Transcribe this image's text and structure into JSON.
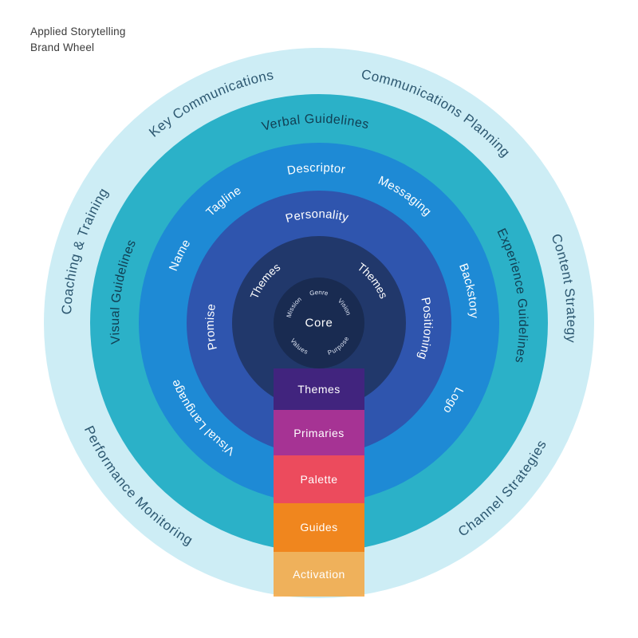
{
  "title": {
    "line1": "Applied Storytelling",
    "line2": "Brand Wheel"
  },
  "wheel": {
    "rings": [
      {
        "name": "outer-strategy-ring",
        "color": "#cdedf5",
        "text_color": "#2c5770",
        "labels": {
          "key_communications": "Key Communications",
          "communications_planning": "Communications Planning",
          "content_strategy": "Content Strategy",
          "channel_strategies": "Channel Strategies",
          "performance_monitoring": "Performance Monitoring",
          "coaching_training": "Coaching & Training"
        }
      },
      {
        "name": "guidelines-ring",
        "color": "#2bb1c8",
        "text_color": "#113e52",
        "labels": {
          "verbal_guidelines": "Verbal Guidelines",
          "experience_guidelines": "Experience Guidelines",
          "visual_guidelines": "Visual Guidelines"
        }
      },
      {
        "name": "expression-ring",
        "color": "#1e8ad5",
        "text_color": "#ffffff",
        "labels": {
          "tagline": "Tagline",
          "descriptor": "Descriptor",
          "messaging": "Messaging",
          "backstory": "Backstory",
          "logo": "Logo",
          "visual_language": "Visual Language",
          "name": "Name"
        }
      },
      {
        "name": "platform-ring",
        "color": "#2f55ae",
        "text_color": "#ffffff",
        "labels": {
          "personality": "Personality",
          "promise": "Promise",
          "positioning": "Positioning"
        }
      },
      {
        "name": "themes-ring",
        "color": "#21386b",
        "text_color": "#ffffff",
        "labels": {
          "themes_left": "Themes",
          "themes_right": "Themes"
        }
      }
    ],
    "core": {
      "label": "Core",
      "color": "#192b51",
      "text_color": "#ffffff",
      "words_color": "#dfe6f5",
      "words": {
        "genre": "Genre",
        "vision": "Vision",
        "purpose": "Purpose",
        "values": "Values",
        "mission": "Mission"
      }
    },
    "column": {
      "text_color": "#ffffff",
      "segments": [
        {
          "label": "Themes",
          "color": "#41247e",
          "opacity": "1"
        },
        {
          "label": "Primaries",
          "color": "#a63394",
          "opacity": "1"
        },
        {
          "label": "Palette",
          "color": "#ec4b5d",
          "opacity": "1"
        },
        {
          "label": "Guides",
          "color": "#f0861e",
          "opacity": "1"
        },
        {
          "label": "Activation",
          "color": "#f4a640",
          "opacity": "0.85"
        }
      ]
    }
  }
}
